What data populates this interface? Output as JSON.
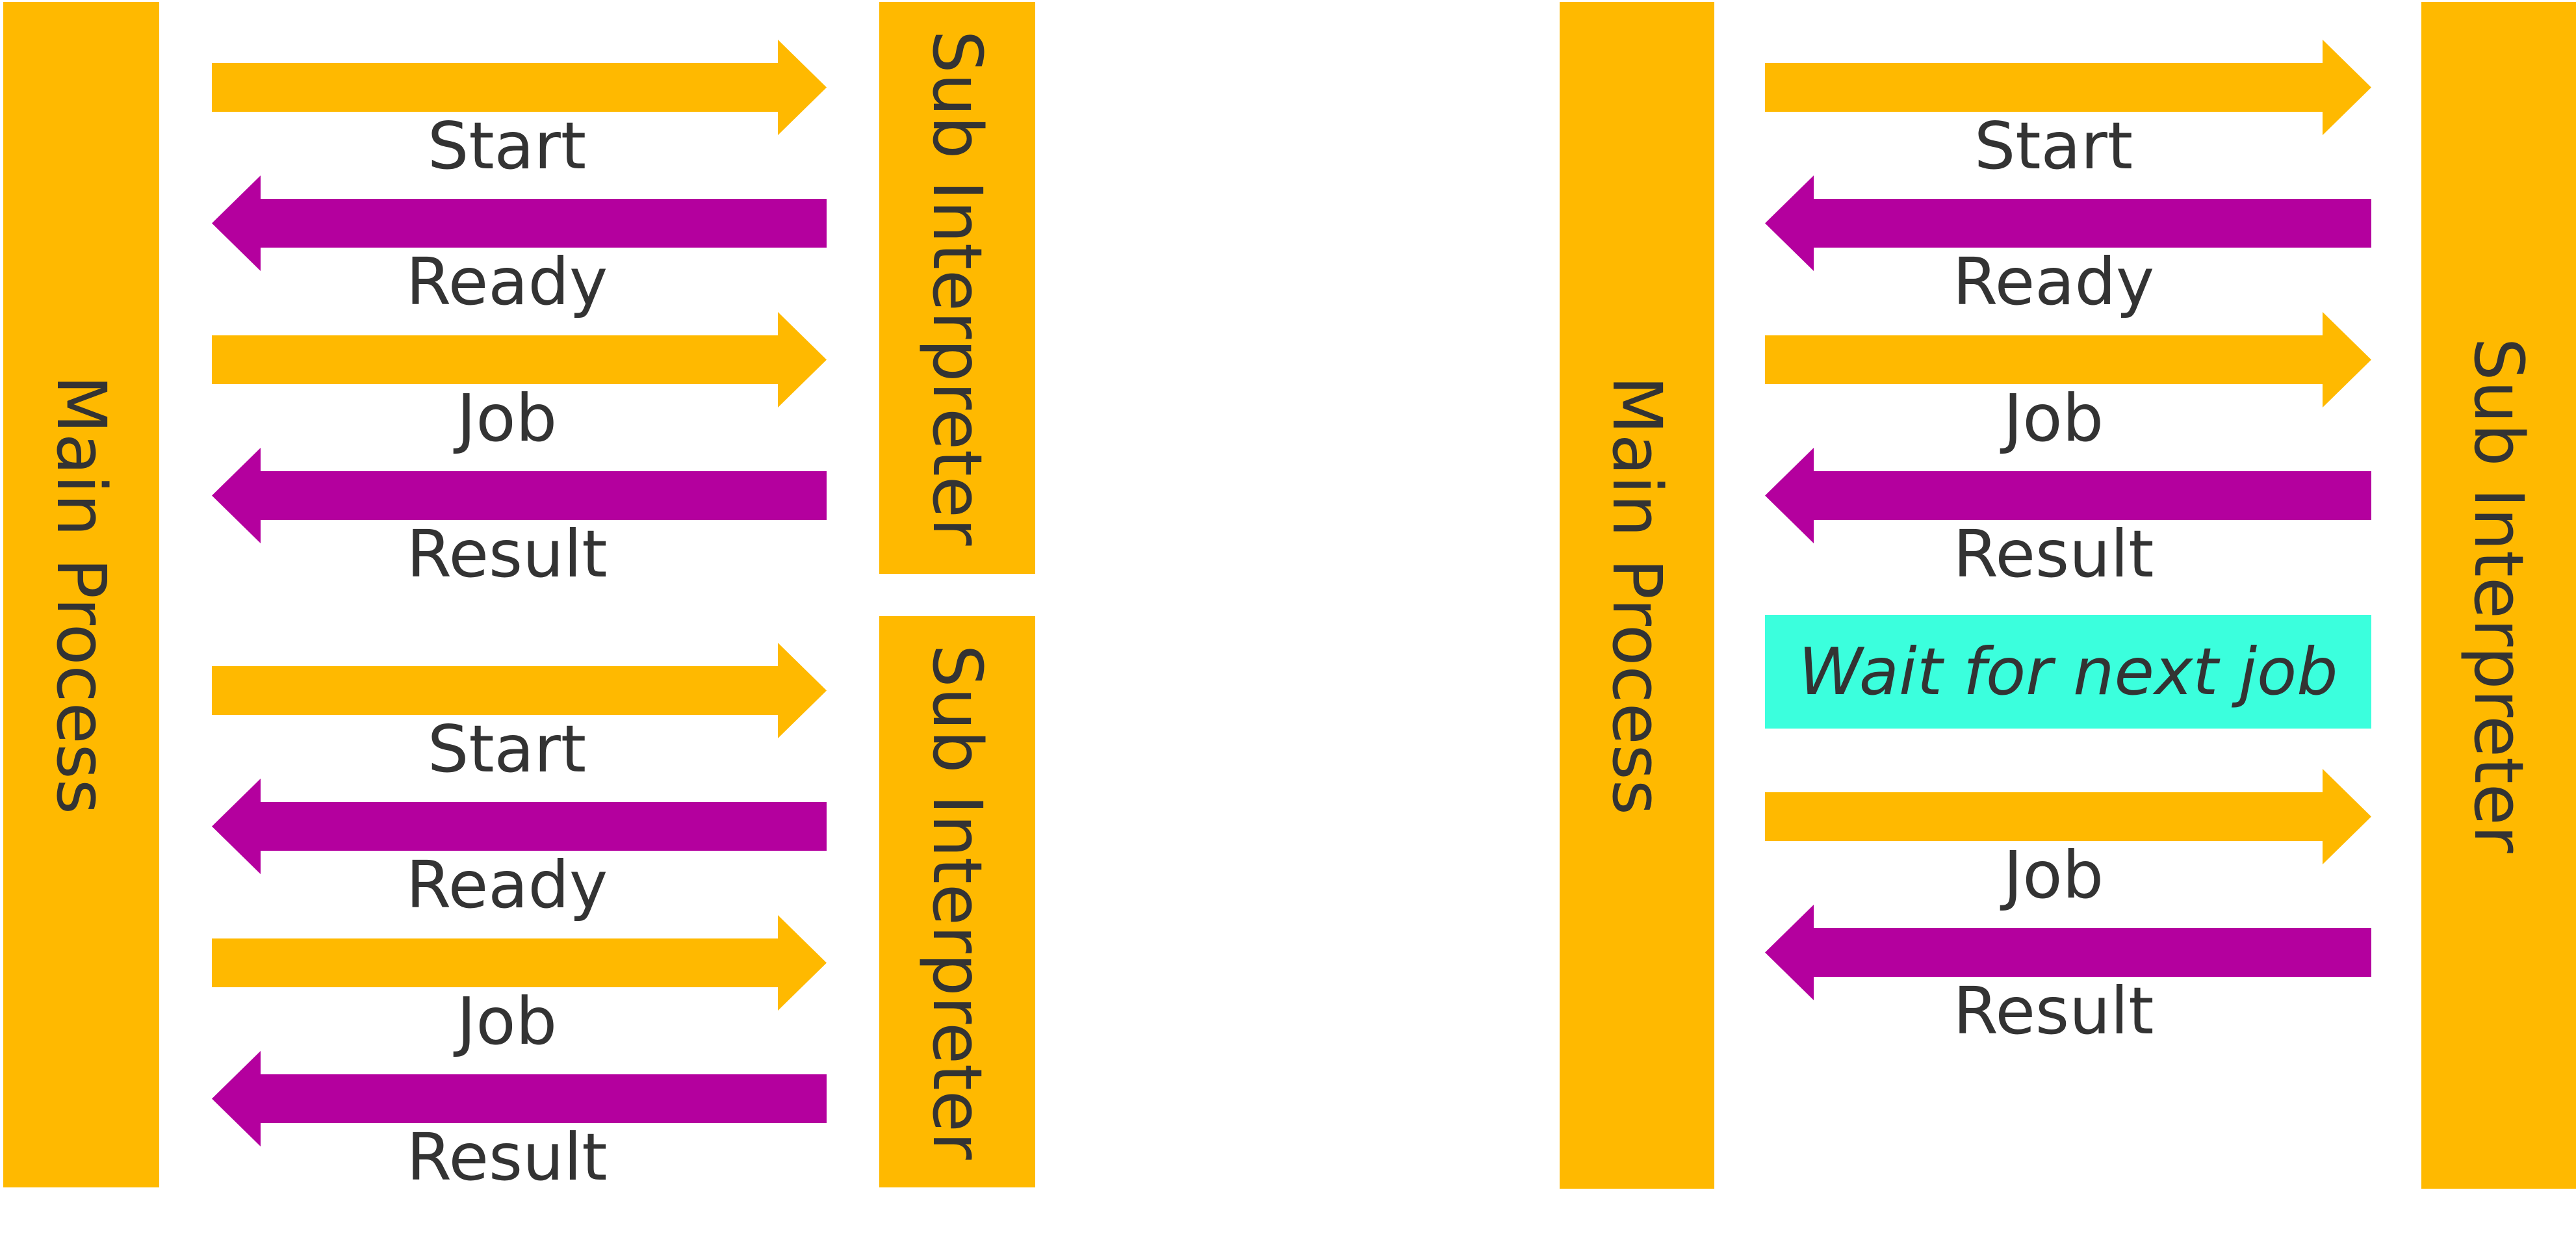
{
  "colors": {
    "process_bar": "#FFB900",
    "to_sub_arrow": "#FFB900",
    "to_main_arrow": "#B4009E",
    "wait_box": "#3BFFDD",
    "text": "#333333"
  },
  "left_diagram": {
    "main_label": "Main Process",
    "sub_interpreters": [
      {
        "label": "Sub Interpreter",
        "messages": [
          {
            "label": "Start",
            "direction": "right"
          },
          {
            "label": "Ready",
            "direction": "left"
          },
          {
            "label": "Job",
            "direction": "right"
          },
          {
            "label": "Result",
            "direction": "left"
          }
        ]
      },
      {
        "label": "Sub Interpreter",
        "messages": [
          {
            "label": "Start",
            "direction": "right"
          },
          {
            "label": "Ready",
            "direction": "left"
          },
          {
            "label": "Job",
            "direction": "right"
          },
          {
            "label": "Result",
            "direction": "left"
          }
        ]
      }
    ]
  },
  "right_diagram": {
    "main_label": "Main Process",
    "sub_label": "Sub Interpreter",
    "messages": [
      {
        "label": "Start",
        "direction": "right"
      },
      {
        "label": "Ready",
        "direction": "left"
      },
      {
        "label": "Job",
        "direction": "right"
      },
      {
        "label": "Result",
        "direction": "left"
      }
    ],
    "wait_label": "Wait for next job",
    "messages_after_wait": [
      {
        "label": "Job",
        "direction": "right"
      },
      {
        "label": "Result",
        "direction": "left"
      }
    ]
  }
}
